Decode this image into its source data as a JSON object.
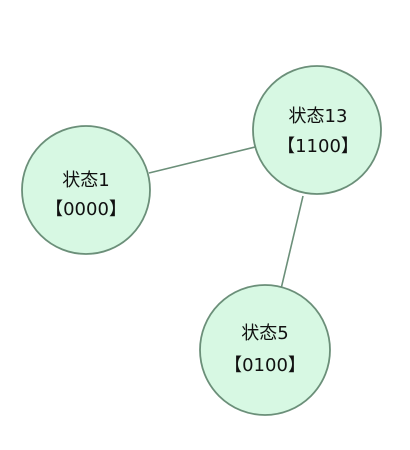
{
  "colors": {
    "node_fill": "#d7f8e3",
    "node_stroke": "#6b8f79",
    "edge": "#6b8f79",
    "text": "#111111"
  },
  "nodes": [
    {
      "id": "s1",
      "name": "状态1",
      "code": "【0000】"
    },
    {
      "id": "s13",
      "name": "状态13",
      "code": "【1100】"
    },
    {
      "id": "s5",
      "name": "状态5",
      "code": "【0100】"
    }
  ],
  "edges": [
    {
      "from": "s1",
      "to": "s13"
    },
    {
      "from": "s13",
      "to": "s5"
    }
  ]
}
